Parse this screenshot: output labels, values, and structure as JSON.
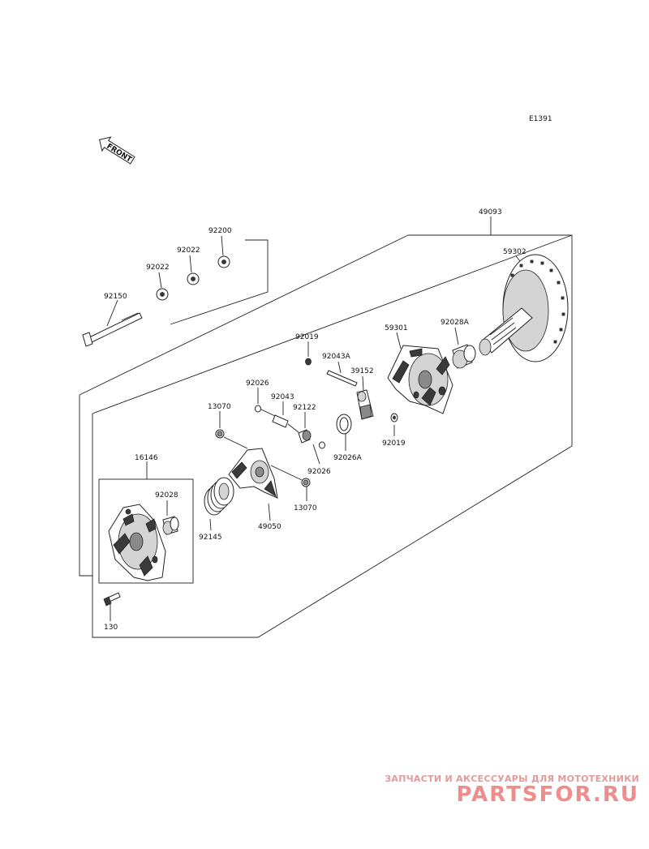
{
  "diagram": {
    "code": "E1391",
    "front_label": "FRONT",
    "labels": {
      "p49093": "49093",
      "p92200": "92200",
      "p92022a": "92022",
      "p92022b": "92022",
      "p92150": "92150",
      "p59302": "59302",
      "p92028A": "92028A",
      "p59301": "59301",
      "p92019a": "92019",
      "p92043A": "92043A",
      "p39152": "39152",
      "p92026a": "92026",
      "p92043": "92043",
      "p92122": "92122",
      "p13070a": "13070",
      "p92026A": "92026A",
      "p92019b": "92019",
      "p92026b": "92026",
      "p16146": "16146",
      "p92028": "92028",
      "p13070b": "13070",
      "p92145": "92145",
      "p49050": "49050",
      "p130": "130"
    }
  },
  "watermark": {
    "tagline": "ЗАПЧАСТИ И АКСЕССУАРЫ ДЛЯ МОТОТЕХНИКИ",
    "logo": "PARTSFOR.RU"
  }
}
